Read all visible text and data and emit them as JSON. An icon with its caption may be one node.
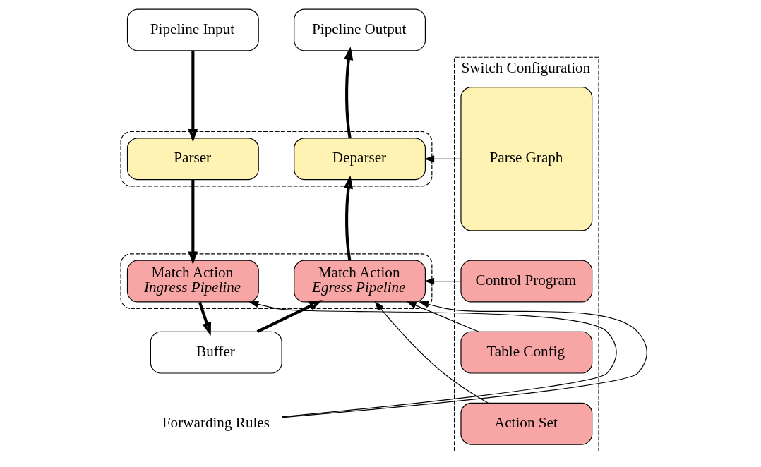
{
  "diagram": {
    "nodes": [
      {
        "text": [
          "Pipeline Input"
        ]
      },
      {
        "text": [
          "Pipeline Output"
        ]
      },
      {
        "text": [
          "Switch Configuration"
        ]
      },
      {
        "text": [],
        "shape": "box"
      },
      {
        "text": [
          "Parser"
        ],
        "in": 3
      },
      {
        "text": [
          "Deparser"
        ],
        "in": 3
      },
      {
        "text": [],
        "shape": "box"
      },
      {
        "text": [
          "Match Action",
          "Ingress Pipeline"
        ],
        "in": 6
      },
      {
        "text": [
          "Match Action",
          "Egress Pipeline"
        ],
        "in": 6
      },
      {
        "text": [
          "Buffer"
        ]
      },
      {
        "text": [
          "Parse Graph"
        ],
        "in": 2
      },
      {
        "text": [
          "Control Program"
        ],
        "in": 2
      },
      {
        "text": [
          "Table Config"
        ],
        "in": 2
      },
      {
        "text": [
          "Action Set"
        ],
        "in": 2
      },
      {
        "text": [
          "Forwarding Rules"
        ]
      }
    ],
    "edges": [
      {
        "from": 0,
        "to": 4,
        "arrow": "to",
        "style": "thick"
      },
      {
        "from": 4,
        "to": 7,
        "arrow": "to",
        "style": "thick"
      },
      {
        "from": 7,
        "to": 9,
        "arrow": "to",
        "style": "thick"
      },
      {
        "from": 9,
        "to": 8,
        "arrow": "to",
        "style": "thick"
      },
      {
        "from": 8,
        "to": 5,
        "arrow": "to",
        "style": "thick"
      },
      {
        "from": 5,
        "to": 1,
        "arrow": "to",
        "style": "thick"
      },
      {
        "from": 10,
        "to": 5,
        "arrow": "to"
      },
      {
        "from": 11,
        "to": 8,
        "arrow": "to"
      },
      {
        "from": 12,
        "to": 8,
        "arrow": "to"
      },
      {
        "from": 13,
        "to": 8,
        "arrow": "to"
      },
      {
        "from": 14,
        "to": 7,
        "arrow": "to"
      },
      {
        "from": 14,
        "to": 8,
        "arrow": "to"
      }
    ]
  }
}
